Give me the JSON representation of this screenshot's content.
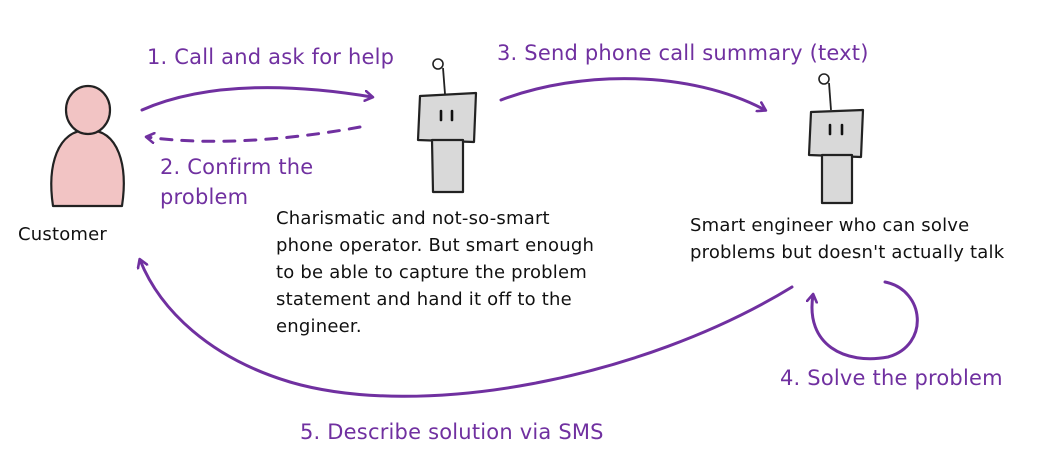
{
  "colors": {
    "accent": "#7030a0",
    "text": "#111111",
    "customer_fill": "#f2c4c4",
    "robot_fill": "#d9d9d9"
  },
  "nodes": {
    "customer": {
      "label": "Customer",
      "icon": "person-icon"
    },
    "operator": {
      "icon": "robot-icon",
      "description": [
        "Charismatic and not-so-smart",
        "phone operator. But smart enough",
        "to be able to capture the problem",
        "statement and hand it off to the",
        "engineer."
      ]
    },
    "engineer": {
      "icon": "robot-icon",
      "description": [
        "Smart engineer who can solve",
        "problems but doesn't actually talk"
      ]
    }
  },
  "steps": {
    "call": "1. Call and ask for help",
    "confirm": [
      "2. Confirm the",
      "problem"
    ],
    "summary": "3. Send phone call summary (text)",
    "solve": "4. Solve the problem",
    "describe": "5. Describe solution via SMS"
  }
}
